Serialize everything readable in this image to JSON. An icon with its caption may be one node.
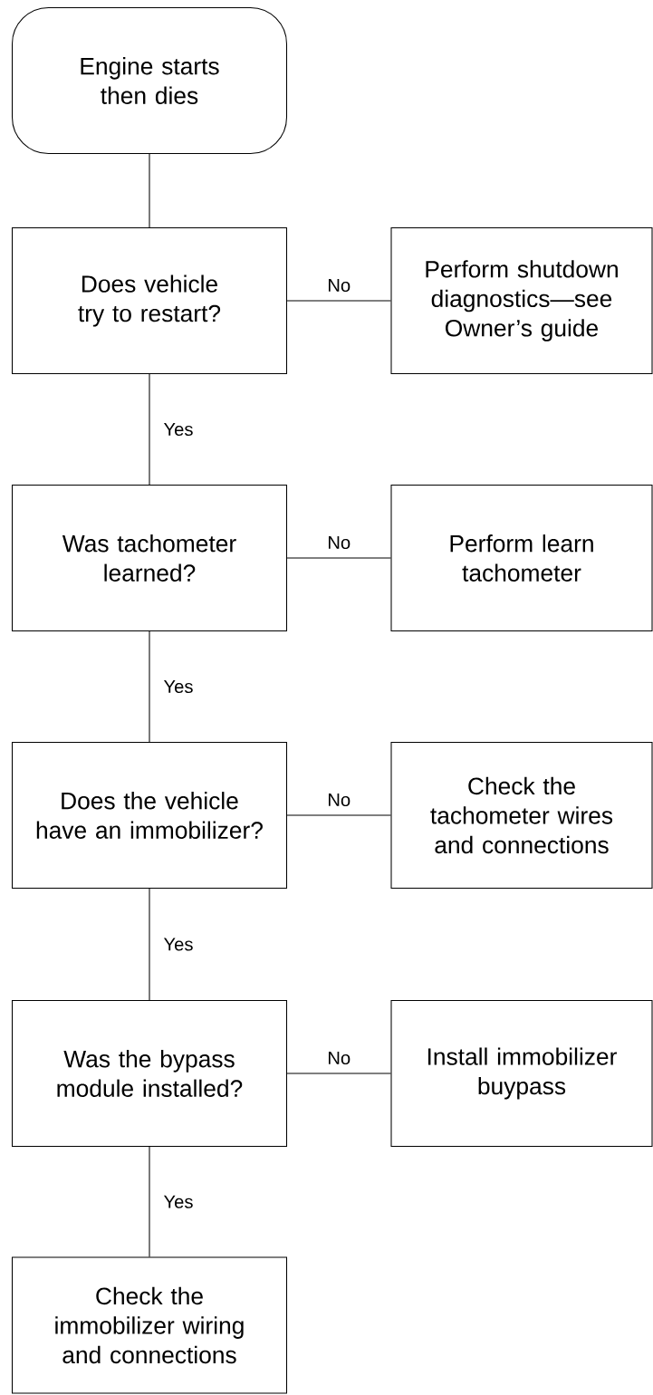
{
  "diagram": {
    "nodes": [
      {
        "text": [
          "Engine starts then dies"
        ]
      },
      {
        "text": [
          "Does vehicle try to restart?"
        ]
      },
      {
        "text": [
          "Perform shutdown diagnostics—see Owner’s guide"
        ]
      },
      {
        "text": [
          "Was tachometer learned?"
        ]
      },
      {
        "text": [
          "Perform learn tachometer"
        ]
      },
      {
        "text": [
          "Does the vehicle have an immobilizer?"
        ]
      },
      {
        "text": [
          "Check the tachometer wires and connections"
        ]
      },
      {
        "text": [
          "Was the bypass module installed?"
        ]
      },
      {
        "text": [
          "Install immobilizer buypass"
        ]
      },
      {
        "text": [
          "Check the immobilizer wiring and connections"
        ]
      }
    ],
    "edges": [
      {
        "from": 0,
        "to": 1,
        "arrow": "none"
      },
      {
        "from": 1,
        "to": 2,
        "arrow": "none",
        "label": "No"
      },
      {
        "from": 1,
        "to": 3,
        "arrow": "none",
        "label": "Yes"
      },
      {
        "from": 3,
        "to": 4,
        "arrow": "none",
        "label": "No"
      },
      {
        "from": 3,
        "to": 5,
        "arrow": "none",
        "label": "Yes"
      },
      {
        "from": 5,
        "to": 6,
        "arrow": "none",
        "label": "No"
      },
      {
        "from": 5,
        "to": 7,
        "arrow": "none",
        "label": "Yes"
      },
      {
        "from": 7,
        "to": 8,
        "arrow": "none",
        "label": "No"
      },
      {
        "from": 7,
        "to": 9,
        "arrow": "none",
        "label": "Yes"
      }
    ]
  }
}
